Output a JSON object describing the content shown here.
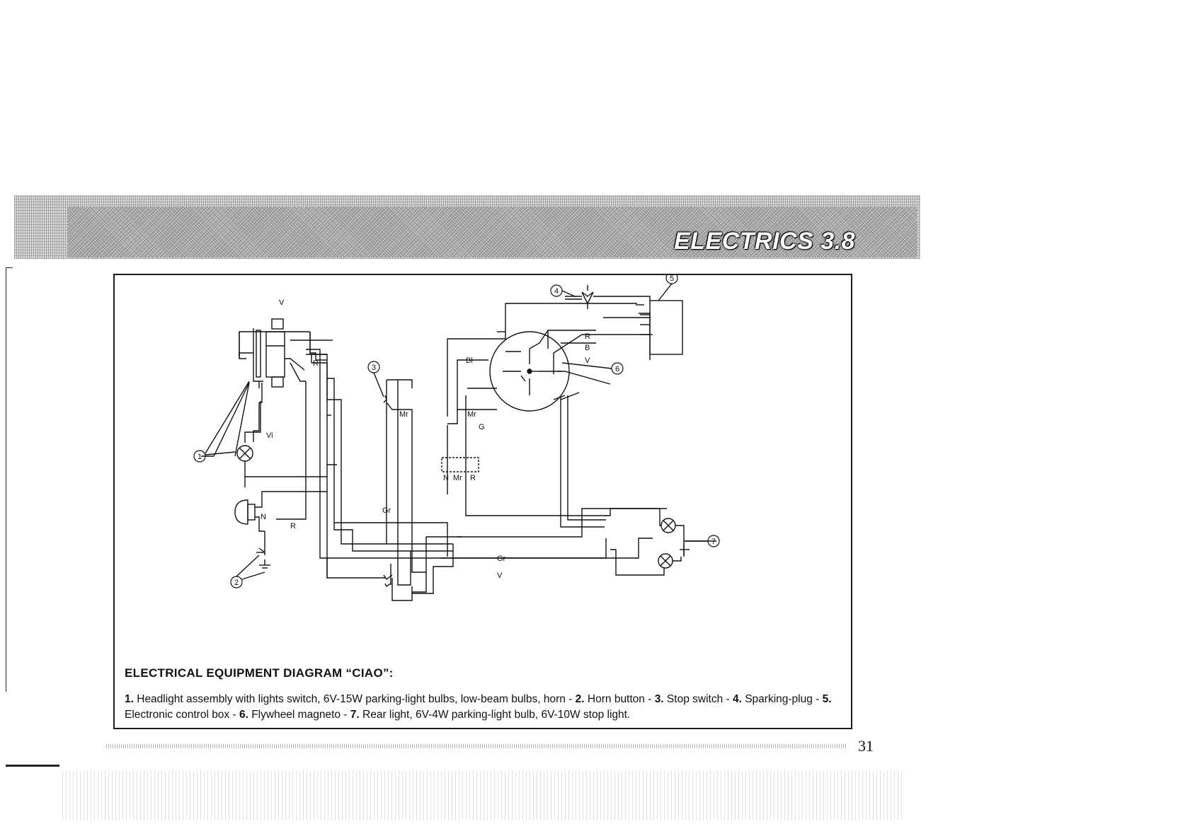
{
  "header": {
    "section_title": "ELECTRICS 3.8"
  },
  "diagram": {
    "wire_labels": {
      "v_top": "V",
      "r_top": "R",
      "vi": "Vi",
      "n": "N",
      "r_horn": "R",
      "mr_stop": "Mr",
      "gr_mid": "Gr",
      "bl": "Bl",
      "mr_mag": "Mr",
      "g": "G",
      "r_box": "R",
      "b_box": "B",
      "v_box": "V",
      "conn_n": "N",
      "conn_mr": "Mr",
      "conn_r": "R",
      "gr_bottom": "Gr",
      "v_bottom": "V"
    },
    "callouts": [
      "1",
      "2",
      "3",
      "4",
      "5",
      "6",
      "7"
    ]
  },
  "caption": {
    "title": "ELECTRICAL EQUIPMENT DIAGRAM “CIAO”:",
    "items": [
      {
        "num": "1.",
        "text": " Headlight assembly with lights switch, 6V-15W parking-light  bulbs, low-beam bulbs, horn - "
      },
      {
        "num": "2.",
        "text": " Horn button - "
      },
      {
        "num": "3.",
        "text": " Stop switch - "
      },
      {
        "num": "4.",
        "text": " Sparking-plug - "
      },
      {
        "num": "5.",
        "text": " Electronic control box - "
      },
      {
        "num": "6.",
        "text": " Flywheel magneto - "
      },
      {
        "num": "7.",
        "text": " Rear light, 6V-4W parking-light bulb, 6V-10W stop light."
      }
    ]
  },
  "footer": {
    "page_number": "31"
  }
}
